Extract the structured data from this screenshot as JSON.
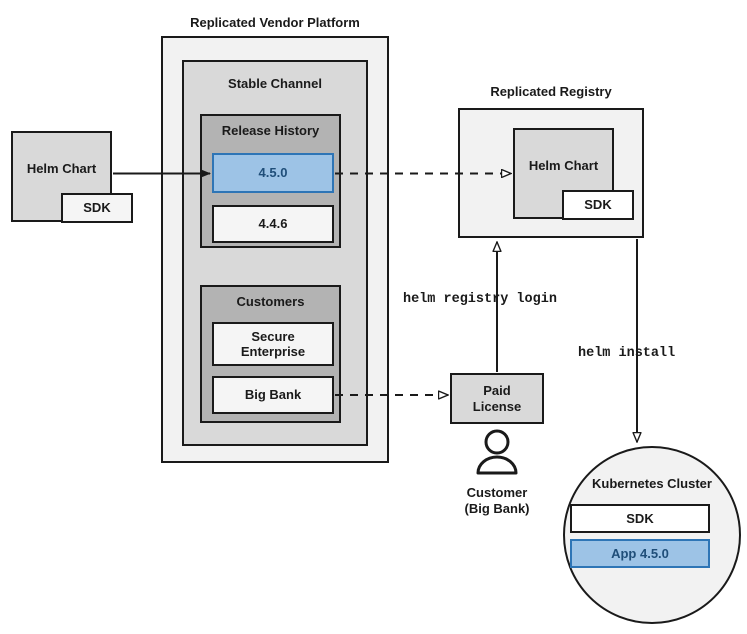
{
  "diagram": {
    "title_vendor_platform": "Replicated Vendor Platform",
    "title_registry": "Replicated Registry",
    "stable_channel": "Stable Channel",
    "release_history": "Release History",
    "customers": "Customers"
  },
  "nodes": {
    "source_helm_chart": "Helm Chart",
    "source_sdk": "SDK",
    "release_current": "4.5.0",
    "release_previous": "4.4.6",
    "customer_secure_enterprise": "Secure\nEnterprise",
    "customer_big_bank": "Big Bank",
    "registry_helm_chart": "Helm Chart",
    "registry_sdk": "SDK",
    "paid_license": "Paid\nLicense",
    "customer_person": "Customer\n(Big Bank)",
    "cluster_title": "Kubernetes Cluster",
    "cluster_sdk": "SDK",
    "cluster_app": "App 4.5.0"
  },
  "edge_labels": {
    "helm_registry_login": "helm registry login",
    "helm_install": "helm install"
  },
  "colors": {
    "stroke": "#1a1a1a",
    "level1_fill": "#f2f2f2",
    "level2_fill": "#d9d9d9",
    "level3_fill": "#b3b3b3",
    "accent_blue_fill": "#9dc3e6",
    "accent_blue_border": "#2e75b6",
    "accent_blue_text": "#1f4e79",
    "box_fill": "#f5f5f5",
    "white": "#ffffff"
  }
}
